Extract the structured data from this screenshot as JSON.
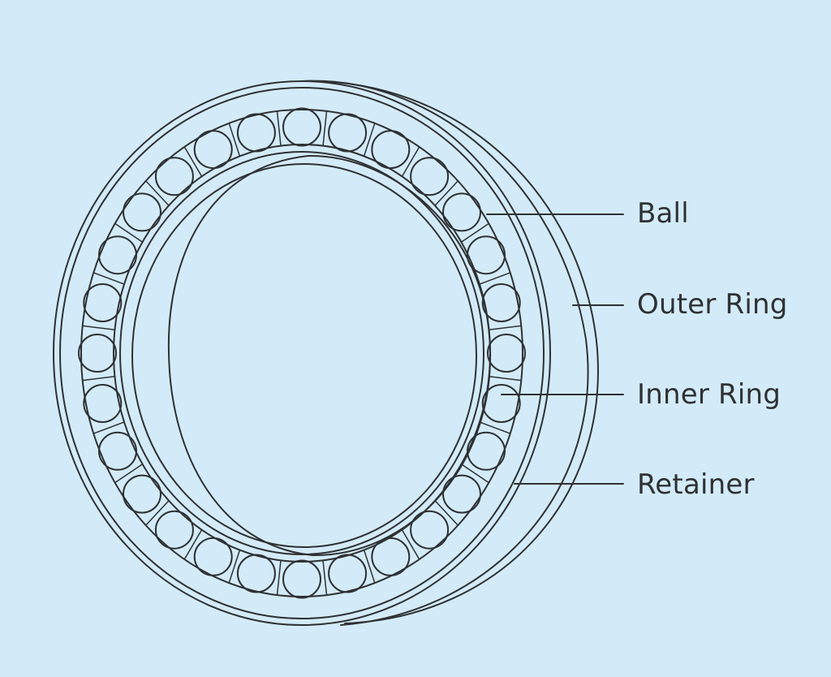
{
  "diagram": {
    "labels": {
      "ball": "Ball",
      "outer_ring": "Outer Ring",
      "inner_ring": "Inner Ring",
      "retainer": "Retainer"
    },
    "ball_count": 28,
    "colors": {
      "background": "#d3ebf8",
      "line": "#2f3133",
      "text": "#2f3133"
    }
  }
}
